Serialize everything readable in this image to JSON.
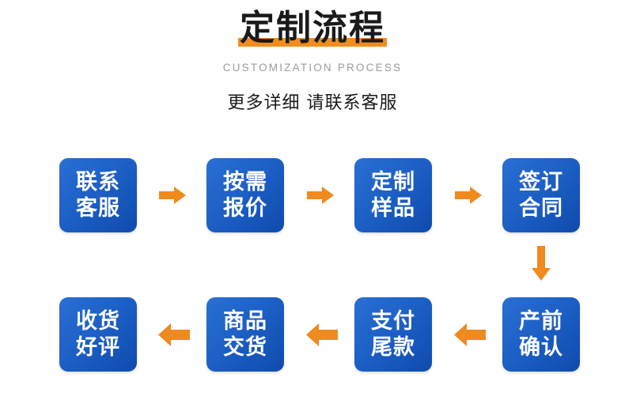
{
  "header": {
    "title": "定制流程",
    "subtitle_en": "CUSTOMIZATION PROCESS",
    "subtitle_cn": "更多详细 请联系客服",
    "underline_color": "#F18D1E",
    "title_color": "#1A1A1A",
    "subtitle_en_color": "#9B9B9B"
  },
  "theme": {
    "box_blue_light": "#2A6FD4",
    "box_blue_dark": "#0F4BAD",
    "arrow_orange": "#EE8A1E",
    "background": "#FFFFFF",
    "box_text_color": "#FFFFFF"
  },
  "flow": {
    "row1": [
      {
        "id": "contact-service",
        "line1": "联系",
        "line2": "客服"
      },
      {
        "id": "quote-on-demand",
        "line1": "按需",
        "line2": "报价"
      },
      {
        "id": "custom-sample",
        "line1": "定制",
        "line2": "样品"
      },
      {
        "id": "sign-contract",
        "line1": "签订",
        "line2": "合同"
      }
    ],
    "row2": [
      {
        "id": "receive-and-review",
        "line1": "收货",
        "line2": "好评"
      },
      {
        "id": "goods-delivery",
        "line1": "商品",
        "line2": "交货"
      },
      {
        "id": "pay-balance",
        "line1": "支付",
        "line2": "尾款"
      },
      {
        "id": "pre-production-confirm",
        "line1": "产前",
        "line2": "确认"
      }
    ],
    "arrows": {
      "row1": [
        "right",
        "right",
        "right"
      ],
      "row2": [
        "left",
        "left",
        "left"
      ],
      "connector": "down"
    }
  }
}
